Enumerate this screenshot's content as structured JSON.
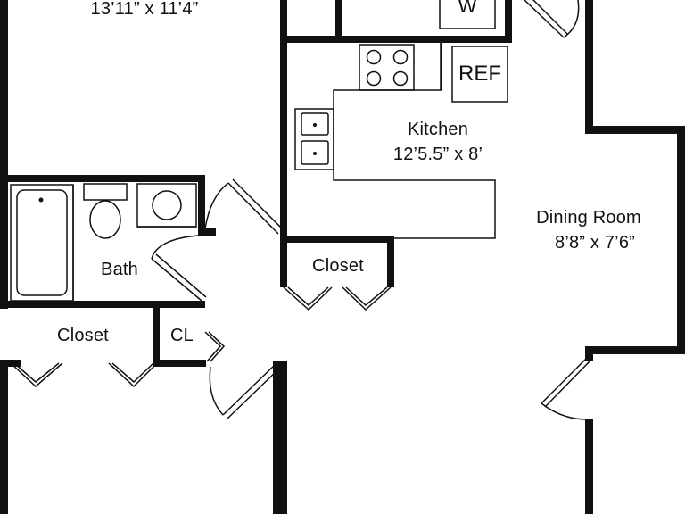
{
  "rooms": {
    "top_left": {
      "dims": "13’11” x 11’4”"
    },
    "kitchen": {
      "name": "Kitchen",
      "dims": "12’5.5” x 8’"
    },
    "dining": {
      "name": "Dining Room",
      "dims": "8’8” x 7’6”"
    },
    "bath": {
      "name": "Bath"
    },
    "closet_center": {
      "name": "Closet"
    },
    "closet_left": {
      "name": "Closet"
    },
    "cl": {
      "name": "CL"
    }
  },
  "appliances": {
    "refrigerator": "REF",
    "washer": "W"
  },
  "icons": [
    "stove-icon",
    "sink-icon",
    "bathtub-icon",
    "toilet-icon",
    "bath-sink-icon",
    "door-swing-icon"
  ]
}
